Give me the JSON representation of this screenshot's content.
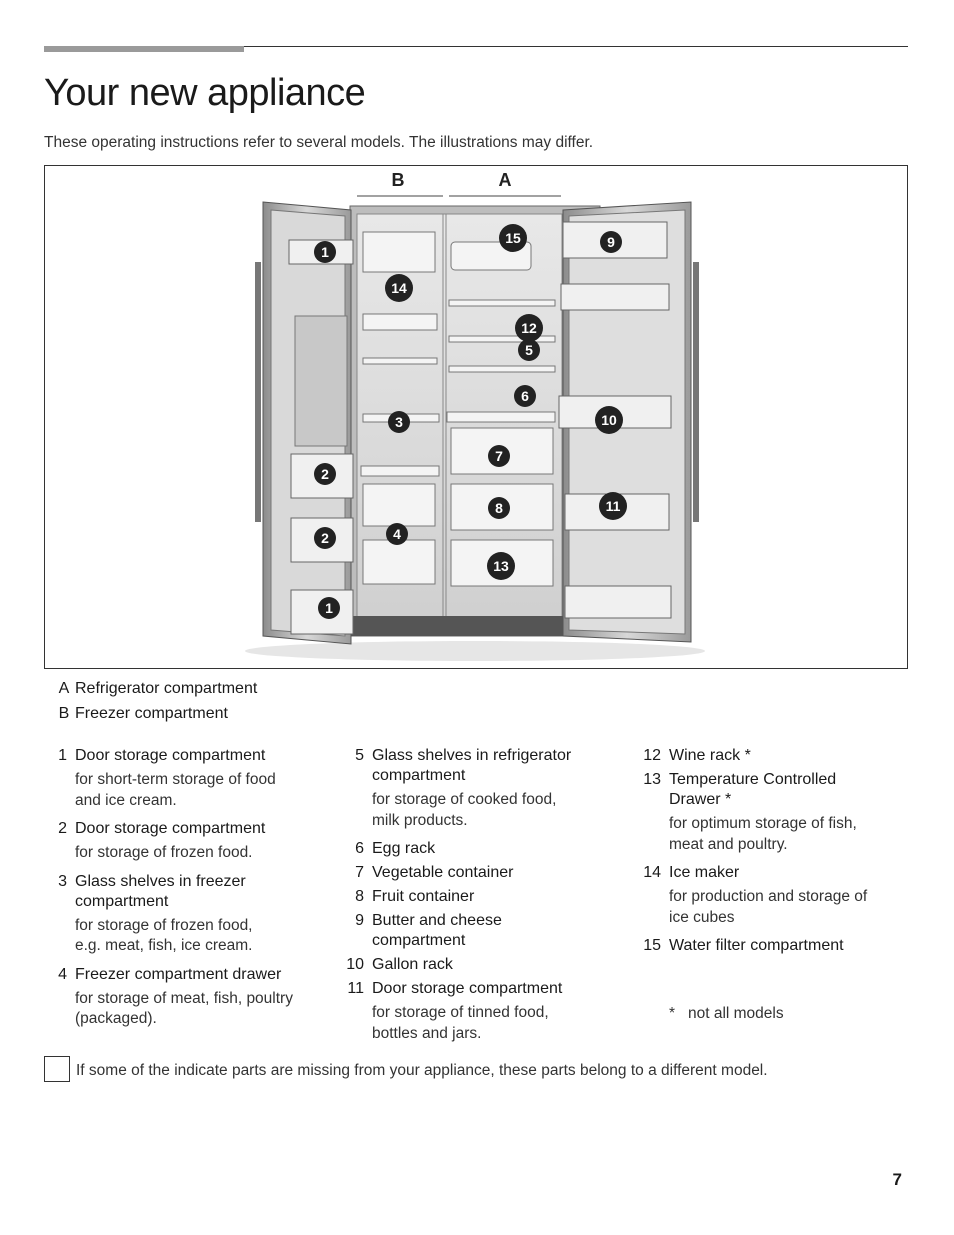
{
  "page": {
    "title": "Your new appliance",
    "intro": "These operating instructions refer to several models. The illustrations may differ.",
    "page_number": "7"
  },
  "figure": {
    "section_labels": [
      "B",
      "A"
    ],
    "callouts": [
      "1",
      "14",
      "15",
      "9",
      "12",
      "5",
      "3",
      "6",
      "10",
      "7",
      "2",
      "8",
      "11",
      "2",
      "4",
      "13",
      "1"
    ]
  },
  "legend": [
    {
      "key": "A",
      "text": "Refrigerator compartment"
    },
    {
      "key": "B",
      "text": "Freezer compartment"
    }
  ],
  "columns": [
    [
      {
        "num": "1",
        "name": "Door storage compartment",
        "desc": [
          "for short-term storage of food",
          "and ice cream."
        ]
      },
      {
        "num": "2",
        "name": "Door storage compartment",
        "desc": [
          "for storage of frozen food."
        ]
      },
      {
        "num": "3",
        "name": [
          "Glass shelves in freezer",
          "compartment"
        ],
        "desc": [
          "for storage of frozen food,",
          "e.g. meat, fish, ice cream."
        ]
      },
      {
        "num": "4",
        "name": "Freezer compartment drawer",
        "desc": [
          "for storage of meat, fish, poultry",
          "(packaged)."
        ]
      }
    ],
    [
      {
        "num": "5",
        "name": [
          "Glass shelves in refrigerator",
          "compartment"
        ],
        "desc": [
          "for storage of cooked food,",
          "milk products."
        ]
      },
      {
        "num": "6",
        "name": "Egg rack"
      },
      {
        "num": "7",
        "name": "Vegetable container"
      },
      {
        "num": "8",
        "name": "Fruit container"
      },
      {
        "num": "9",
        "name": [
          "Butter and cheese",
          "compartment"
        ]
      },
      {
        "num": "10",
        "name": "Gallon rack"
      },
      {
        "num": "11",
        "name": "Door storage compartment",
        "desc": [
          "for storage of tinned food,",
          "bottles and jars."
        ]
      }
    ],
    [
      {
        "num": "12",
        "name": "Wine rack *"
      },
      {
        "num": "13",
        "name": [
          "Temperature Controlled",
          "Drawer *"
        ],
        "desc": [
          "for optimum storage of fish,",
          "meat and poultry."
        ]
      },
      {
        "num": "14",
        "name": "Ice maker",
        "desc": [
          "for production and storage of",
          "ice cubes"
        ]
      },
      {
        "num": "15",
        "name": "Water filter compartment"
      }
    ]
  ],
  "footnote": {
    "mark": "*",
    "text": "not all models"
  },
  "note": "If some of the indicate parts are missing from your appliance, these parts belong to a different model."
}
